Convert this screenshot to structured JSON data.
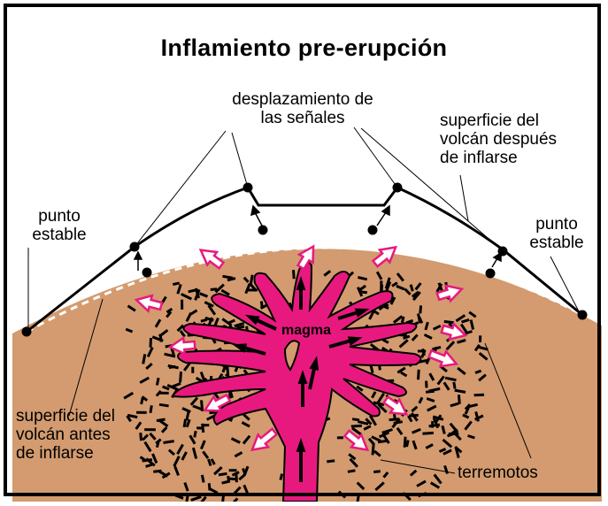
{
  "title": "Inflamiento pre-erupción",
  "labels": {
    "signal_shift": [
      "desplazamiento de",
      "las señales"
    ],
    "surface_after": [
      "superficie del",
      "volcán después",
      "de inflarse"
    ],
    "stable_point_left": [
      "punto",
      "estable"
    ],
    "stable_point_right": [
      "punto",
      "estable"
    ],
    "surface_before": [
      "superficie del",
      "volcán antes",
      "de inflarse"
    ],
    "magma": "magma",
    "earthquakes": "terremotos"
  },
  "colors": {
    "volcano": "#d39b6f",
    "magma": "#e8197e",
    "earthquake_arrow": "#e8197e",
    "ink": "#000000",
    "background": "#ffffff"
  }
}
